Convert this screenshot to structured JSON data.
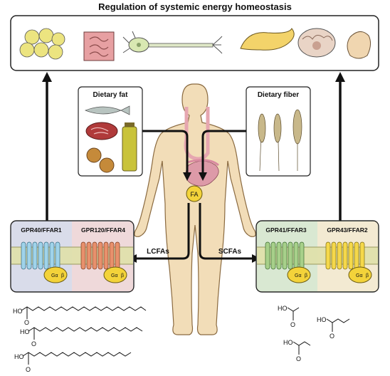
{
  "title": "Regulation of systemic energy homeostasis",
  "organs": [
    "fat-cells-icon",
    "intestine-icon",
    "neuron-icon",
    "pancreas-icon",
    "brain-icon",
    "liver-icon"
  ],
  "dietary_fat": {
    "label": "Dietary fat"
  },
  "dietary_fiber": {
    "label": "Dietary fiber"
  },
  "center": {
    "fa_label": "FA"
  },
  "lcfas": {
    "label": "LCFAs"
  },
  "scfas": {
    "label": "SCFAs"
  },
  "receptors": {
    "gpr40": "GPR40/FFAR1",
    "gpr120": "GPR120/FFAR4",
    "gpr41": "GPR41/FFAR3",
    "gpr43": "GPR43/FFAR2"
  },
  "g_protein": {
    "alpha": "Gα",
    "beta": "β"
  },
  "molecule_labels": {
    "ho": "HO",
    "o": "O"
  },
  "colors": {
    "gpr40_bg": "#d9dcea",
    "gpr120_bg": "#efd9da",
    "gpr41_bg": "#d9e8d2",
    "gpr43_bg": "#f3ead2",
    "gpr40_helix": "#9fd3ea",
    "gpr120_helix": "#e8906c",
    "gpr41_helix": "#a7d08a",
    "gpr43_helix": "#f5d84a",
    "body": "#f2ddb8",
    "gprotein": "#f3d33a"
  }
}
